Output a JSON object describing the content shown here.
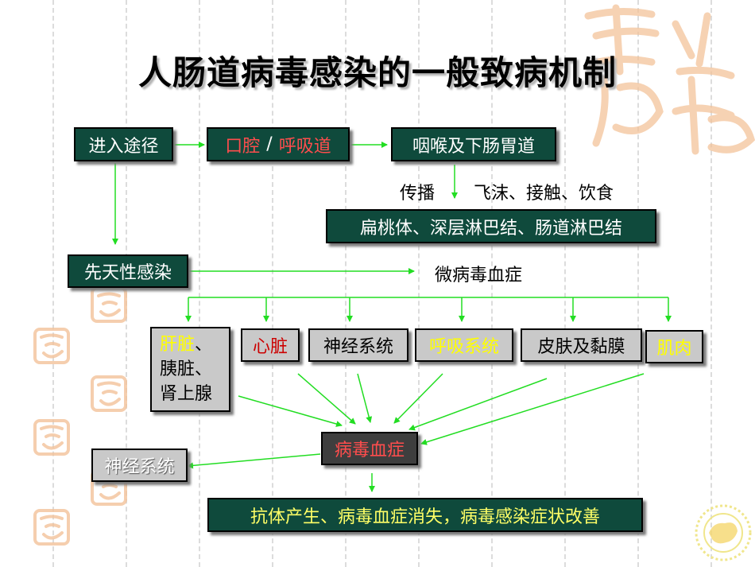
{
  "title": "人肠道病毒感染的一般致病机制",
  "colors": {
    "arrow": "#22dd22",
    "dark_box": "#0f4a3c",
    "grey_box": "#c9c9c9",
    "title_shadow": "#b3b3b3",
    "decoration": "#f3c39a"
  },
  "flow": {
    "entry_route": "进入途径",
    "mouth_airway": "口腔",
    "slash": "/",
    "airway": "呼吸道",
    "pharynx_gut": "咽喉及下肠胃道",
    "spread_label": "传播",
    "spread_means": "飞沫、接触、饮食",
    "lymph": "扁桃体、深层淋巴结、肠道淋巴结",
    "congenital": "先天性感染",
    "micro_viremia": "微病毒血症",
    "targets": {
      "liver_line1": "肝脏",
      "liver_sep": "、",
      "liver_line2": "胰脏、",
      "liver_line3": "肾上腺",
      "heart": "心脏",
      "nervous": "神经系统",
      "respiratory": "呼吸系统",
      "skin": "皮肤及黏膜",
      "muscle": "肌肉"
    },
    "viremia": "病毒血症",
    "nervous_out": "神经系统",
    "outcome": "抗体产生、病毒血症消失，病毒感染症状改善"
  },
  "decorations": {
    "watermark_icon": "calligraphy-seal-icon",
    "logo_icon": "china-map-emblem-icon"
  }
}
